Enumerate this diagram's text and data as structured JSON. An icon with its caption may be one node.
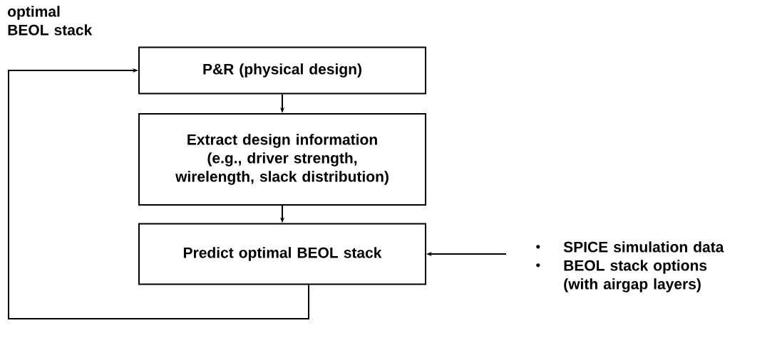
{
  "diagram": {
    "nodes": [
      {
        "text": [
          "P&R (physical design)"
        ]
      },
      {
        "text": [
          "Extract design information (e.g., driver strength, wirelength, slack distribution)"
        ]
      },
      {
        "text": [
          "Predict optimal BEOL stack"
        ]
      },
      {
        "text": [
          "SPICE simulation data",
          "BEOL stack options (with airgap layers)"
        ]
      }
    ],
    "edges": [
      {
        "from": 0,
        "to": 1,
        "arrow": "to"
      },
      {
        "from": 1,
        "to": 2,
        "arrow": "to"
      },
      {
        "from": 3,
        "to": 2,
        "arrow": "to"
      },
      {
        "from": 2,
        "to": 0,
        "arrow": "to",
        "label": "optimal BEOL stack"
      }
    ]
  }
}
